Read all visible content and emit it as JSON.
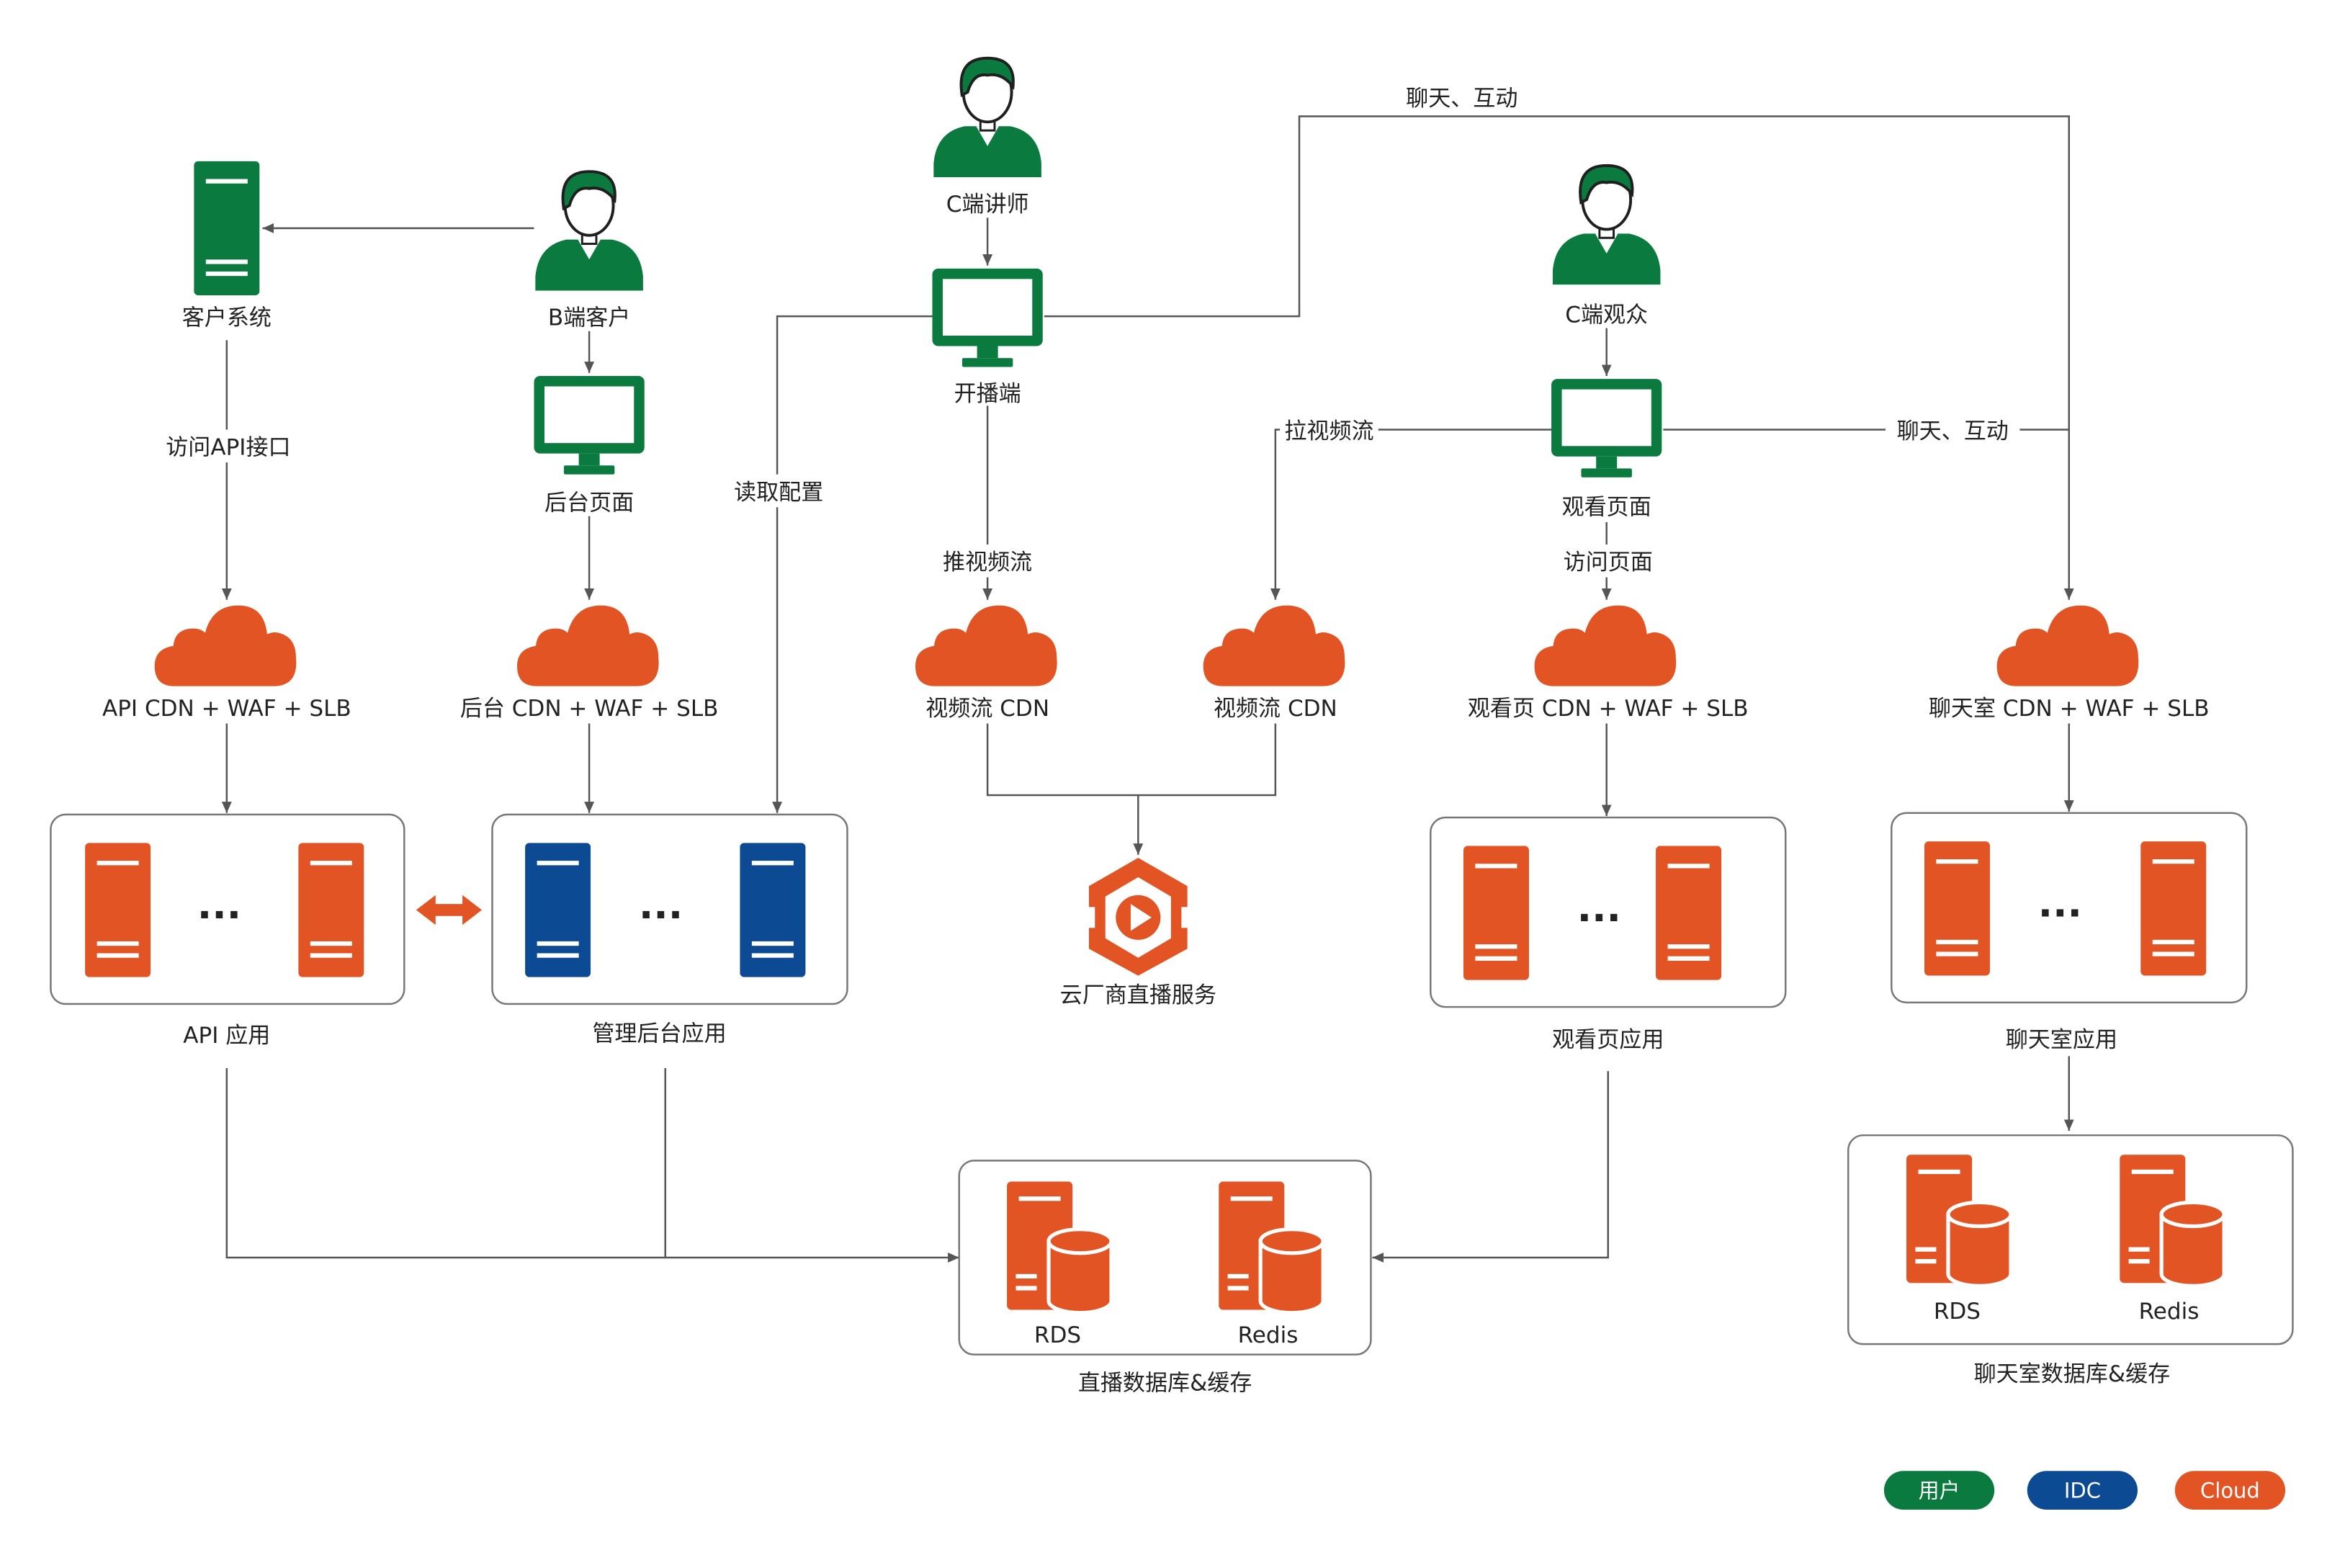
{
  "colors": {
    "user": "#0a7a3e",
    "idc": "#0d4a94",
    "cloud": "#e25423",
    "line": "#555555",
    "box_border": "#777777"
  },
  "people": {
    "lecturer": "C端讲师",
    "b_customer": "B端客户",
    "viewer": "C端观众"
  },
  "nodes": {
    "customer_system": "客户系统",
    "backend_page": "后台页面",
    "broadcast_client": "开播端",
    "watch_page": "观看页面",
    "cloud_live_service": "云厂商直播服务"
  },
  "cdn": {
    "api": "API CDN + WAF + SLB",
    "backend": "后台 CDN + WAF + SLB",
    "video_push": "视频流 CDN",
    "video_pull": "视频流 CDN",
    "watch": "观看页 CDN + WAF + SLB",
    "chat": "聊天室 CDN + WAF + SLB"
  },
  "apps": {
    "api": "API 应用",
    "admin": "管理后台应用",
    "watch": "观看页应用",
    "chat": "聊天室应用",
    "ellipsis": "···"
  },
  "databases": {
    "live": {
      "title": "直播数据库&缓存",
      "rds": "RDS",
      "redis": "Redis"
    },
    "chat": {
      "title": "聊天室数据库&缓存",
      "rds": "RDS",
      "redis": "Redis"
    }
  },
  "edges": {
    "access_api": "访问API接口",
    "read_config": "读取配置",
    "push_stream": "推视频流",
    "pull_stream": "拉视频流",
    "visit_page": "访问页面",
    "chat_top": "聊天、互动",
    "chat_side": "聊天、互动"
  },
  "legend": {
    "user": "用户",
    "idc": "IDC",
    "cloud": "Cloud"
  }
}
